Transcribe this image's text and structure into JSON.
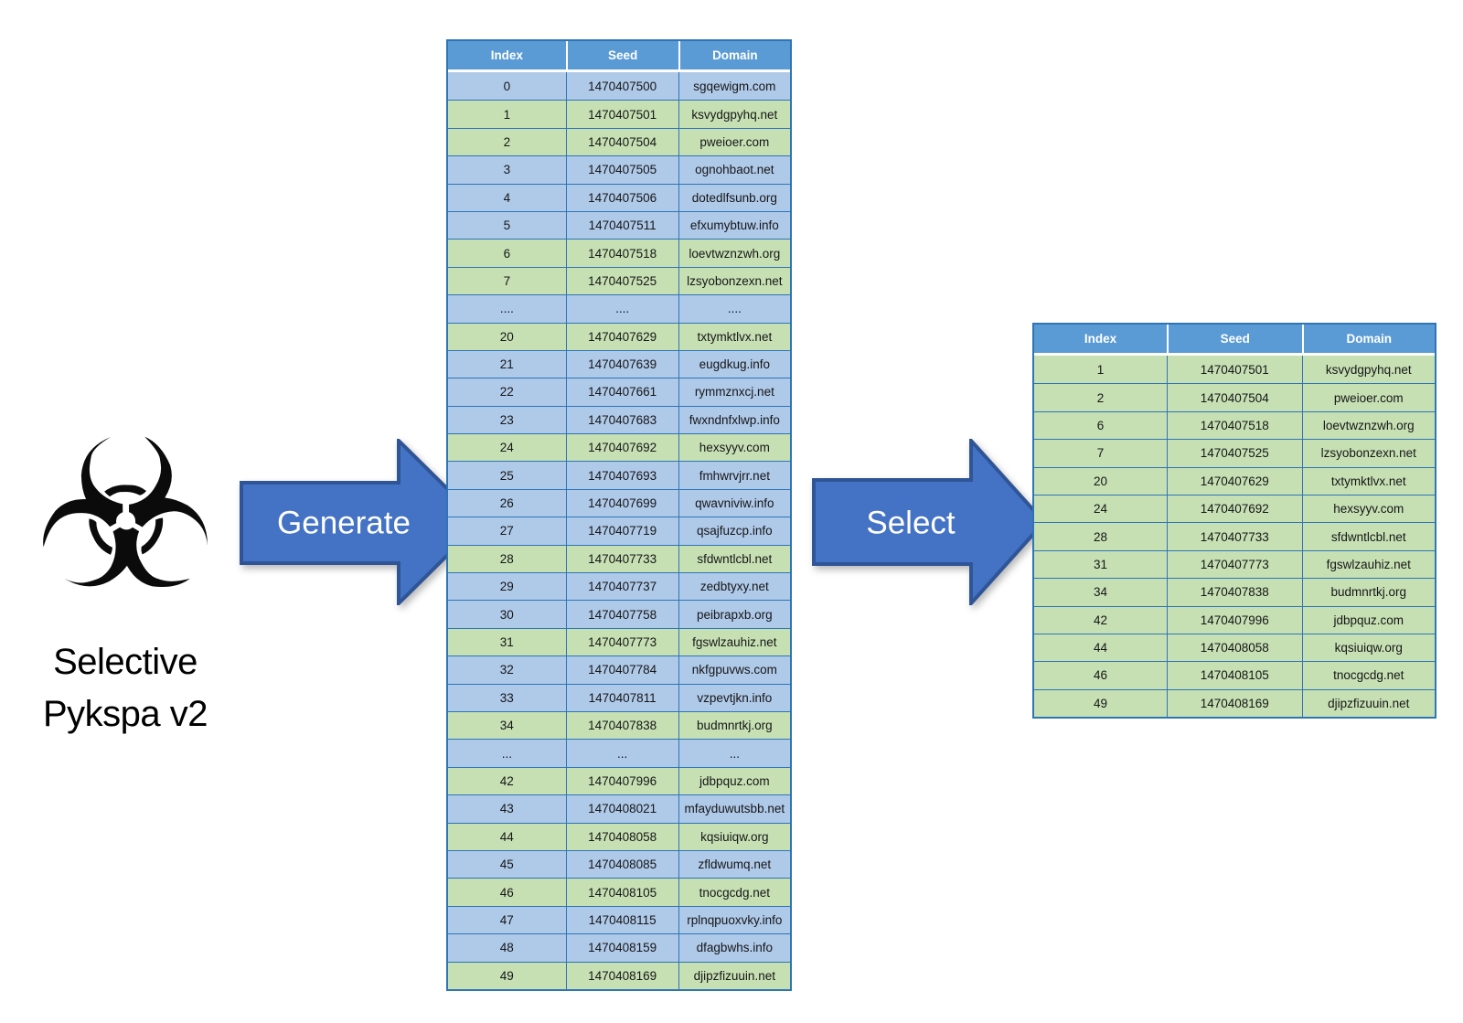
{
  "figure": {
    "biohazard_glyph": "☣",
    "title_line1": "Selective",
    "title_line2": "Pykspa v2",
    "generate_arrow_label": "Generate",
    "select_arrow_label": "Select"
  },
  "colors": {
    "header_bg": "#5B9BD5",
    "grid": "#2E75B6",
    "row_blue": "#AFC9E9",
    "row_green": "#C6E0B4",
    "arrow_fill": "#4472C4",
    "arrow_stroke": "#2F5597"
  },
  "generated_table": {
    "columns": [
      "Index",
      "Seed",
      "Domain"
    ],
    "rows": [
      {
        "index": "0",
        "seed": "1470407500",
        "domain": "sgqewigm.com",
        "tone": "blue"
      },
      {
        "index": "1",
        "seed": "1470407501",
        "domain": "ksvydgpyhq.net",
        "tone": "green"
      },
      {
        "index": "2",
        "seed": "1470407504",
        "domain": "pweioer.com",
        "tone": "green"
      },
      {
        "index": "3",
        "seed": "1470407505",
        "domain": "ognohbaot.net",
        "tone": "blue"
      },
      {
        "index": "4",
        "seed": "1470407506",
        "domain": "dotedlfsunb.org",
        "tone": "blue"
      },
      {
        "index": "5",
        "seed": "1470407511",
        "domain": "efxumybtuw.info",
        "tone": "blue"
      },
      {
        "index": "6",
        "seed": "1470407518",
        "domain": "loevtwznzwh.org",
        "tone": "green"
      },
      {
        "index": "7",
        "seed": "1470407525",
        "domain": "lzsyobonzexn.net",
        "tone": "green"
      },
      {
        "index": "....",
        "seed": "....",
        "domain": "....",
        "tone": "blue"
      },
      {
        "index": "20",
        "seed": "1470407629",
        "domain": "txtymktlvx.net",
        "tone": "green"
      },
      {
        "index": "21",
        "seed": "1470407639",
        "domain": "eugdkug.info",
        "tone": "blue"
      },
      {
        "index": "22",
        "seed": "1470407661",
        "domain": "rymmznxcj.net",
        "tone": "blue"
      },
      {
        "index": "23",
        "seed": "1470407683",
        "domain": "fwxndnfxlwp.info",
        "tone": "blue"
      },
      {
        "index": "24",
        "seed": "1470407692",
        "domain": "hexsyyv.com",
        "tone": "green"
      },
      {
        "index": "25",
        "seed": "1470407693",
        "domain": "fmhwrvjrr.net",
        "tone": "blue"
      },
      {
        "index": "26",
        "seed": "1470407699",
        "domain": "qwavniviw.info",
        "tone": "blue"
      },
      {
        "index": "27",
        "seed": "1470407719",
        "domain": "qsajfuzcp.info",
        "tone": "blue"
      },
      {
        "index": "28",
        "seed": "1470407733",
        "domain": "sfdwntlcbl.net",
        "tone": "green"
      },
      {
        "index": "29",
        "seed": "1470407737",
        "domain": "zedbtyxy.net",
        "tone": "blue"
      },
      {
        "index": "30",
        "seed": "1470407758",
        "domain": "peibrapxb.org",
        "tone": "blue"
      },
      {
        "index": "31",
        "seed": "1470407773",
        "domain": "fgswlzauhiz.net",
        "tone": "green"
      },
      {
        "index": "32",
        "seed": "1470407784",
        "domain": "nkfgpuvws.com",
        "tone": "blue"
      },
      {
        "index": "33",
        "seed": "1470407811",
        "domain": "vzpevtjkn.info",
        "tone": "blue"
      },
      {
        "index": "34",
        "seed": "1470407838",
        "domain": "budmnrtkj.org",
        "tone": "green"
      },
      {
        "index": "...",
        "seed": "...",
        "domain": "...",
        "tone": "blue"
      },
      {
        "index": "42",
        "seed": "1470407996",
        "domain": "jdbpquz.com",
        "tone": "green"
      },
      {
        "index": "43",
        "seed": "1470408021",
        "domain": "mfayduwutsbb.net",
        "tone": "blue"
      },
      {
        "index": "44",
        "seed": "1470408058",
        "domain": "kqsiuiqw.org",
        "tone": "green"
      },
      {
        "index": "45",
        "seed": "1470408085",
        "domain": "zfldwumq.net",
        "tone": "blue"
      },
      {
        "index": "46",
        "seed": "1470408105",
        "domain": "tnocgcdg.net",
        "tone": "green"
      },
      {
        "index": "47",
        "seed": "1470408115",
        "domain": "rplnqpuoxvky.info",
        "tone": "blue"
      },
      {
        "index": "48",
        "seed": "1470408159",
        "domain": "dfagbwhs.info",
        "tone": "blue"
      },
      {
        "index": "49",
        "seed": "1470408169",
        "domain": "djipzfizuuin.net",
        "tone": "green"
      }
    ]
  },
  "selected_table": {
    "columns": [
      "Index",
      "Seed",
      "Domain"
    ],
    "rows": [
      {
        "index": "1",
        "seed": "1470407501",
        "domain": "ksvydgpyhq.net",
        "tone": "green"
      },
      {
        "index": "2",
        "seed": "1470407504",
        "domain": "pweioer.com",
        "tone": "green"
      },
      {
        "index": "6",
        "seed": "1470407518",
        "domain": "loevtwznzwh.org",
        "tone": "green"
      },
      {
        "index": "7",
        "seed": "1470407525",
        "domain": "lzsyobonzexn.net",
        "tone": "green"
      },
      {
        "index": "20",
        "seed": "1470407629",
        "domain": "txtymktlvx.net",
        "tone": "green"
      },
      {
        "index": "24",
        "seed": "1470407692",
        "domain": "hexsyyv.com",
        "tone": "green"
      },
      {
        "index": "28",
        "seed": "1470407733",
        "domain": "sfdwntlcbl.net",
        "tone": "green"
      },
      {
        "index": "31",
        "seed": "1470407773",
        "domain": "fgswlzauhiz.net",
        "tone": "green"
      },
      {
        "index": "34",
        "seed": "1470407838",
        "domain": "budmnrtkj.org",
        "tone": "green"
      },
      {
        "index": "42",
        "seed": "1470407996",
        "domain": "jdbpquz.com",
        "tone": "green"
      },
      {
        "index": "44",
        "seed": "1470408058",
        "domain": "kqsiuiqw.org",
        "tone": "green"
      },
      {
        "index": "46",
        "seed": "1470408105",
        "domain": "tnocgcdg.net",
        "tone": "green"
      },
      {
        "index": "49",
        "seed": "1470408169",
        "domain": "djipzfizuuin.net",
        "tone": "green"
      }
    ]
  }
}
